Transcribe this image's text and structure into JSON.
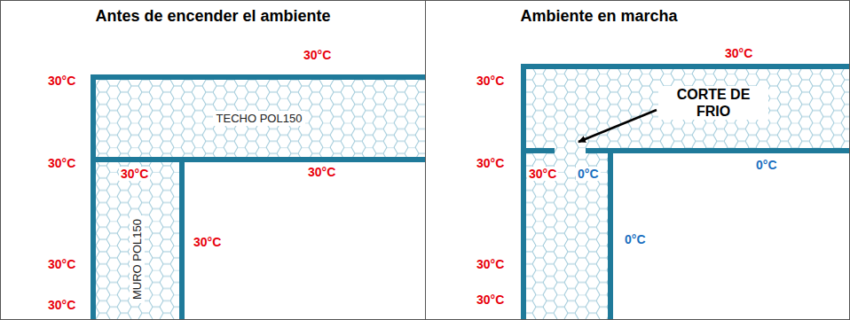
{
  "diagram": {
    "nodes": [
      {
        "text": [
          "Antes de encender el ambiente"
        ]
      },
      {
        "text": [
          "TECHO POL150"
        ],
        "in": 0
      },
      {
        "text": [
          "MURO POL150"
        ],
        "in": 0
      },
      {
        "text": [
          "Ambiente en marcha"
        ]
      }
    ],
    "labels": [
      "30°C",
      "30°C",
      "30°C",
      "30°C",
      "30°C",
      "30°C",
      "30°C",
      "30°C",
      "30°C",
      "CORTE DE FRIO",
      "30°C",
      "30°C",
      "30°C",
      "0°C",
      "0°C",
      "0°C",
      "30°C",
      "30°C"
    ]
  }
}
